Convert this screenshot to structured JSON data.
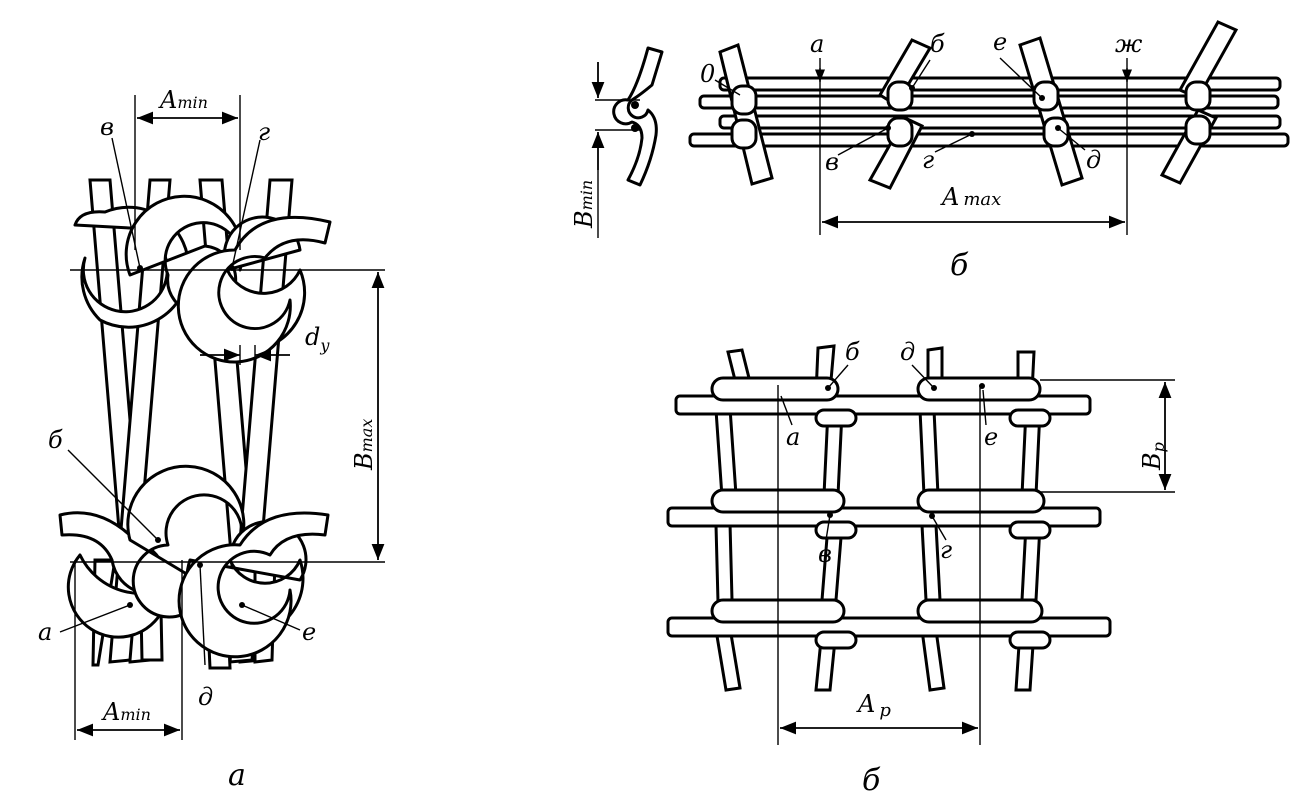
{
  "labels_a": {
    "v": "в",
    "g": "г",
    "b": "б",
    "a": "а",
    "e": "е",
    "d": "д",
    "a_min_top": "A",
    "a_min_top_sub": "min",
    "a_min_bottom": "A",
    "a_min_bottom_sub": "min",
    "d_y": "d",
    "d_y_sub": "y",
    "b_max": "B",
    "b_max_sub": "max",
    "caption": "а"
  },
  "labels_b_top": {
    "o": "0",
    "a": "а",
    "b": "б",
    "e": "е",
    "zh": "ж",
    "v": "в",
    "g": "г",
    "d": "д",
    "a_max": "A",
    "a_max_sub": "max",
    "b_min": "B",
    "b_min_sub": "min",
    "caption": "б"
  },
  "labels_b_bottom": {
    "b": "б",
    "d": "д",
    "a": "а",
    "e": "е",
    "v": "в",
    "g": "г",
    "b_p": "B",
    "b_p_sub": "p",
    "a_p": "A",
    "a_p_sub": "p",
    "caption": "б"
  }
}
